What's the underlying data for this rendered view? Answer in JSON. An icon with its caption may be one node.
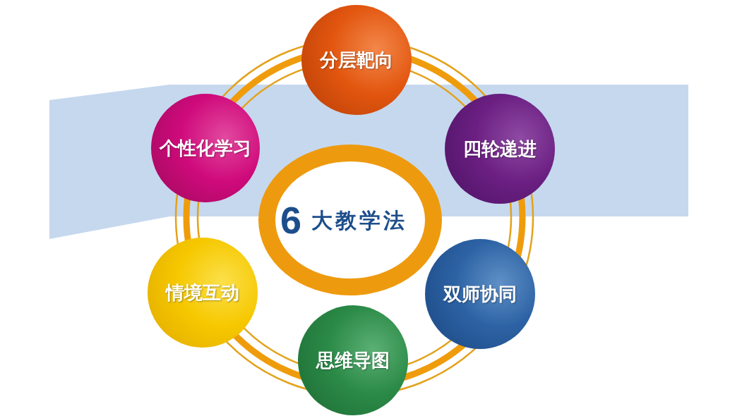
{
  "diagram": {
    "nodes": [
      {
        "text": [
          "分层靶向"
        ]
      },
      {
        "text": [
          "个性化学习"
        ]
      },
      {
        "text": [
          "四轮递进"
        ]
      },
      {
        "text": [
          "6",
          "大教学法"
        ]
      },
      {
        "text": [
          "情境互动"
        ]
      },
      {
        "text": [
          "双师协同"
        ]
      },
      {
        "text": [
          "思维导图"
        ]
      }
    ]
  }
}
